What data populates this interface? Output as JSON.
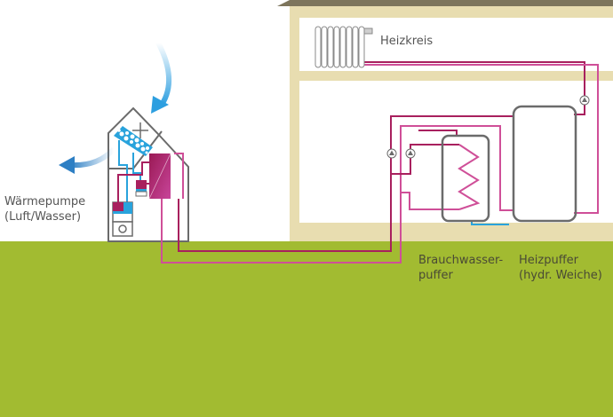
{
  "labels": {
    "heat_pump_line1": "Wärmepumpe",
    "heat_pump_line2": "(Luft/Wasser)",
    "heating_circuit": "Heizkreis",
    "dhw_buffer_line1": "Brauchwasser-",
    "dhw_buffer_line2": "puffer",
    "heat_buffer_line1": "Heizpuffer",
    "heat_buffer_line2": "(hydr. Weiche)"
  },
  "colors": {
    "ground": "#a2bb31",
    "wall": "#e8ddb0",
    "roof": "#7d755c",
    "pipe_hot": "#a8205e",
    "pipe_return": "#cf4f98",
    "cold_water": "#29a3dc",
    "outline": "#6b6b6b",
    "air_arrow": "#2d8fd4"
  },
  "icons": [
    "air-intake-arrow-icon",
    "air-exhaust-arrow-icon",
    "fan-icon",
    "evaporator-icon",
    "compressor-icon",
    "expansion-valve-icon",
    "condenser-icon",
    "radiator-icon",
    "pump-icon"
  ]
}
